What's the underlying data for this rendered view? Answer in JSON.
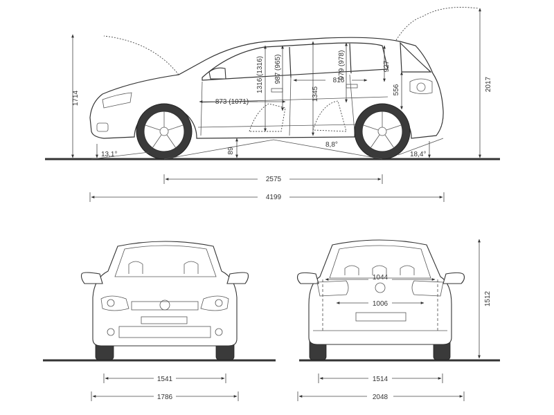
{
  "side_view": {
    "overall_height_mirrors": "1714",
    "overall_height_tailgate_open": "2017",
    "headroom_front": "1316 (1316)",
    "headroom_front_seat": "987 (965)",
    "headroom_rear": "979 (978)",
    "legroom_front": "873 (1071)",
    "legroom_rear": "816",
    "interior_height": "1345",
    "boot_height": "927",
    "boot_sill": "556",
    "ground_clearance": "89",
    "approach_angle": "13,1°",
    "ramp_angle": "8,8°",
    "departure_angle": "18,4°",
    "wheelbase": "2575",
    "overall_length": "4199"
  },
  "front_view": {
    "track_front": "1541",
    "overall_width": "1786"
  },
  "rear_view": {
    "overall_height": "1512",
    "interior_width_upper": "1044",
    "interior_width_lower": "1006",
    "track_rear": "1514",
    "width_with_mirrors": "2048"
  }
}
